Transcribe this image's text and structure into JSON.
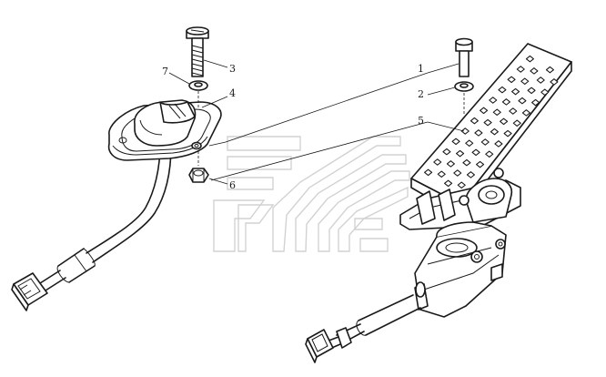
{
  "callouts": {
    "c1": "1",
    "c2": "2",
    "c3": "3",
    "c4": "4",
    "c5": "5",
    "c6": "6",
    "c7": "7"
  },
  "colors": {
    "line": "#1a1a1a",
    "watermark": "#d2d2d2",
    "background": "#ffffff"
  }
}
